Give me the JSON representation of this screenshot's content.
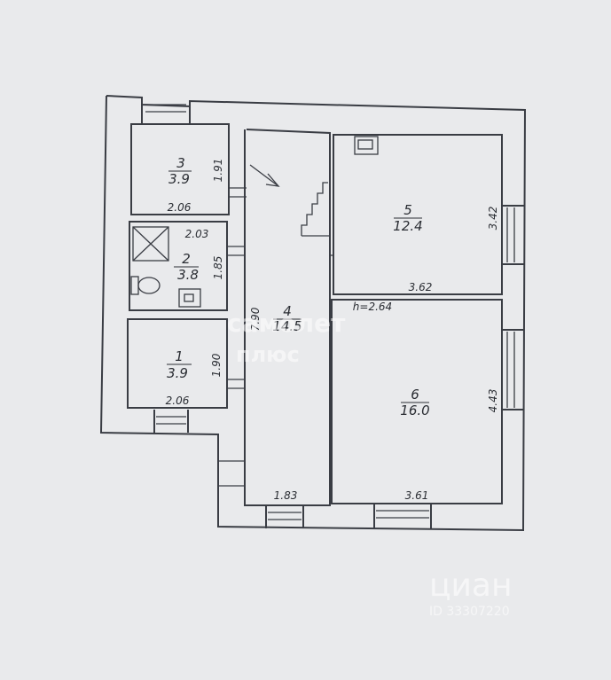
{
  "plan": {
    "ceiling_height": "h=2.64",
    "rooms": [
      {
        "number": "1",
        "area": "3.9",
        "width": "2.06",
        "length": "1.90"
      },
      {
        "number": "2",
        "area": "3.8",
        "width": "2.03",
        "length": "1.85"
      },
      {
        "number": "3",
        "area": "3.9",
        "width": "2.06",
        "length": "1.91"
      },
      {
        "number": "4",
        "area": "14.5",
        "width": "1.83",
        "length": "7.90"
      },
      {
        "number": "5",
        "area": "12.4",
        "width": "3.62",
        "length": "3.42"
      },
      {
        "number": "6",
        "area": "16.0",
        "width": "3.61",
        "length": "4.43"
      }
    ]
  },
  "watermark": {
    "line1": "самолет",
    "line2": "плюс",
    "brand": "циан",
    "id": "ID 33307220"
  },
  "colors": {
    "background": "#e9eaec",
    "wall": "#3a3d44",
    "ink": "#2a2d33"
  }
}
